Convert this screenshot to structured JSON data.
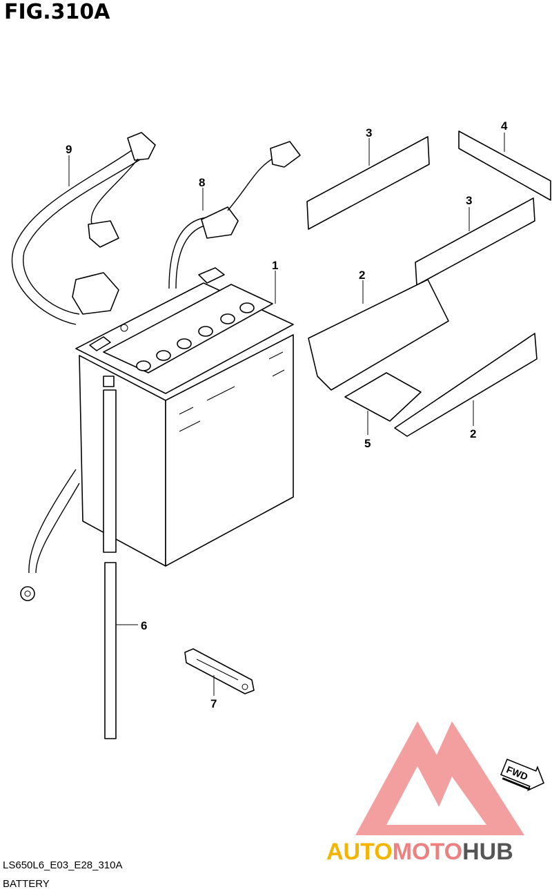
{
  "figure": {
    "title": "FIG.310A"
  },
  "callouts": [
    "1",
    "2",
    "2",
    "3",
    "3",
    "4",
    "5",
    "6",
    "7",
    "8",
    "9"
  ],
  "direction_badge": "FWD",
  "watermark": {
    "brand_part1": "AUTO",
    "brand_part2": "MOTO",
    "brand_part3": "HUB",
    "color_main": "#f08080",
    "color_accent": "#f4b400",
    "color_dark": "#555555"
  },
  "footer": {
    "code": "LS650L6_E03_E28_310A",
    "name": "BATTERY"
  }
}
